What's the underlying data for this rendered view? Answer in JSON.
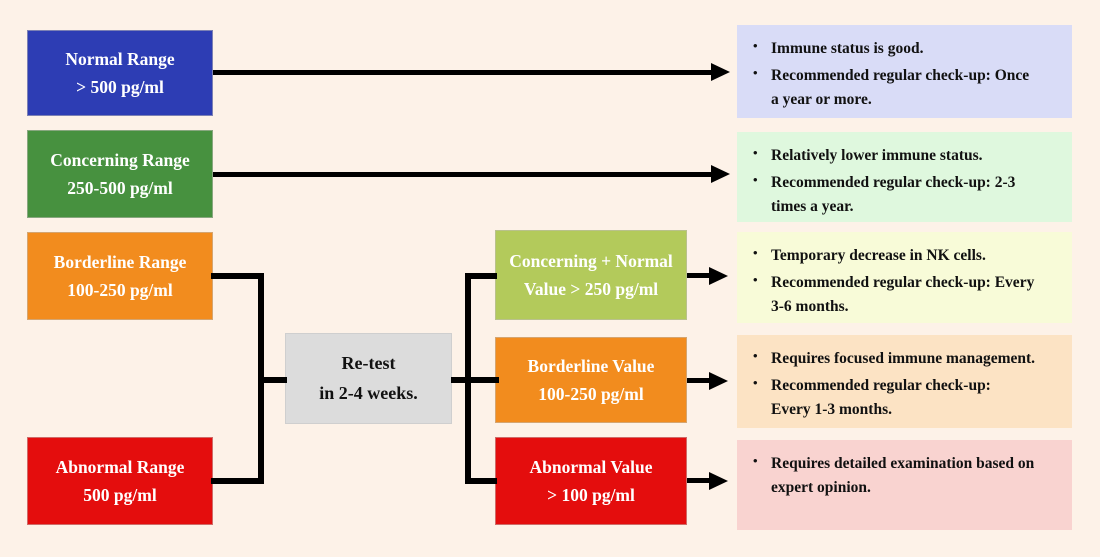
{
  "palette": {
    "background": "#fdf2e8",
    "normal_blue": "#2d3db4",
    "concerning_green": "#47913f",
    "borderline_orange": "#f28c1e",
    "abnormal_red": "#e40d0d",
    "retest_gray": "#dcdcdc",
    "concerning_normal_yellowgreen": "#b3ca5b",
    "result_lavender": "#d9dcf7",
    "result_lightgreen": "#dff8de",
    "result_ivory": "#f8fbd8",
    "result_peach": "#fce3c4",
    "result_pink": "#f9d3d0",
    "connector_black": "#000000"
  },
  "flow": {
    "left_boxes": [
      {
        "line1": "Normal Range",
        "line2": "> 500 pg/ml",
        "color": "#2d3db4"
      },
      {
        "line1": "Concerning Range",
        "line2": "250-500 pg/ml",
        "color": "#47913f"
      },
      {
        "line1": "Borderline Range",
        "line2": "100-250 pg/ml",
        "color": "#f28c1e"
      },
      {
        "line1": "Abnormal Range",
        "line2": "500 pg/ml",
        "color": "#e40d0d"
      }
    ],
    "retest": {
      "line1": "Re-test",
      "line2": "in 2-4 weeks."
    },
    "middle_boxes": [
      {
        "line1": "Concerning + Normal",
        "line2": "Value > 250 pg/ml",
        "color": "#b3ca5b"
      },
      {
        "line1": "Borderline Value",
        "line2": "100-250 pg/ml",
        "color": "#f28c1e"
      },
      {
        "line1": "Abnormal Value",
        "line2": "> 100 pg/ml",
        "color": "#e40d0d"
      }
    ],
    "result_boxes": [
      {
        "color": "#d9dcf7",
        "bullets": [
          "Immune status is good.",
          "Recommended regular check-up: Once\na year or more."
        ]
      },
      {
        "color": "#dff8de",
        "bullets": [
          "Relatively lower immune status.",
          "Recommended regular check-up: 2-3\ntimes a year."
        ]
      },
      {
        "color": "#f8fbd8",
        "bullets": [
          "Temporary decrease in NK cells.",
          "Recommended regular check-up: Every\n3-6 months."
        ]
      },
      {
        "color": "#fce3c4",
        "bullets": [
          "Requires focused immune management.",
          "Recommended regular check-up:\nEvery 1-3 months."
        ]
      },
      {
        "color": "#f9d3d0",
        "bullets": [
          "Requires detailed examination based on\nexpert opinion."
        ]
      }
    ]
  }
}
